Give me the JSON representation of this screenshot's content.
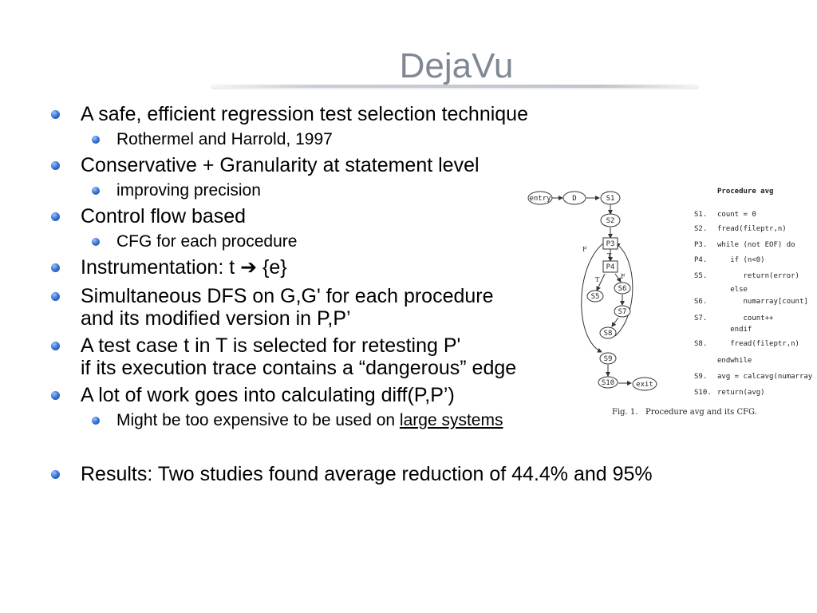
{
  "slide": {
    "title": "DejaVu",
    "bullets": {
      "b1": "A safe, efficient regression test selection technique",
      "b1_sub": "Rothermel and Harrold, 1997",
      "b2": "Conservative + Granularity at statement level",
      "b2_sub": "improving precision",
      "b3": "Control flow based",
      "b3_sub": "CFG for each procedure",
      "b4_pre": "Instrumentation: t ",
      "b4_arrow": "➔",
      "b4_post": " {e}",
      "b5_line1": "Simultaneous DFS on G,G' for each procedure",
      "b5_line2": "and its modified version in P,P’",
      "b6_line1": "A test case t in T is selected for retesting P'",
      "b6_line2": "if its execution trace contains a “dangerous” edge",
      "b7": "A lot of work goes into calculating diff(P,P’)",
      "b7_sub_pre": "Might be too expensive to be used on ",
      "b7_sub_link": "large systems",
      "b8": "Results: Two studies found average reduction of 44.4% and 95%"
    }
  },
  "figure": {
    "caption": "Fig. 1.   Procedure avg and its CFG.",
    "code_title": "Procedure avg",
    "code": [
      {
        "label": "S1.",
        "text": "count = 0"
      },
      {
        "label": "S2.",
        "text": "fread(fileptr,n)"
      },
      {
        "label": "P3.",
        "text": "while (not EOF) do"
      },
      {
        "label": "P4.",
        "text": "   if (n<0)"
      },
      {
        "label": "S5.",
        "text": "      return(error)"
      },
      {
        "label": "",
        "text": "   else"
      },
      {
        "label": "S6.",
        "text": "      numarray[count]"
      },
      {
        "label": "S7.",
        "text": "      count++"
      },
      {
        "label": "",
        "text": "   endif"
      },
      {
        "label": "S8.",
        "text": "   fread(fileptr,n)"
      },
      {
        "label": "",
        "text": "endwhile"
      },
      {
        "label": "S9.",
        "text": "avg = calcavg(numarray"
      },
      {
        "label": "S10.",
        "text": "return(avg)"
      }
    ],
    "nodes": {
      "entry": "entry",
      "d": "D",
      "s1": "S1",
      "s2": "S2",
      "p3": "P3",
      "p4": "P4",
      "s5": "S5",
      "s6": "S6",
      "s7": "S7",
      "s8": "S8",
      "s9": "S9",
      "s10": "S10",
      "exit": "exit"
    },
    "edge_labels": {
      "t1": "T",
      "f1": "F",
      "t2": "T",
      "f2": "F"
    }
  }
}
